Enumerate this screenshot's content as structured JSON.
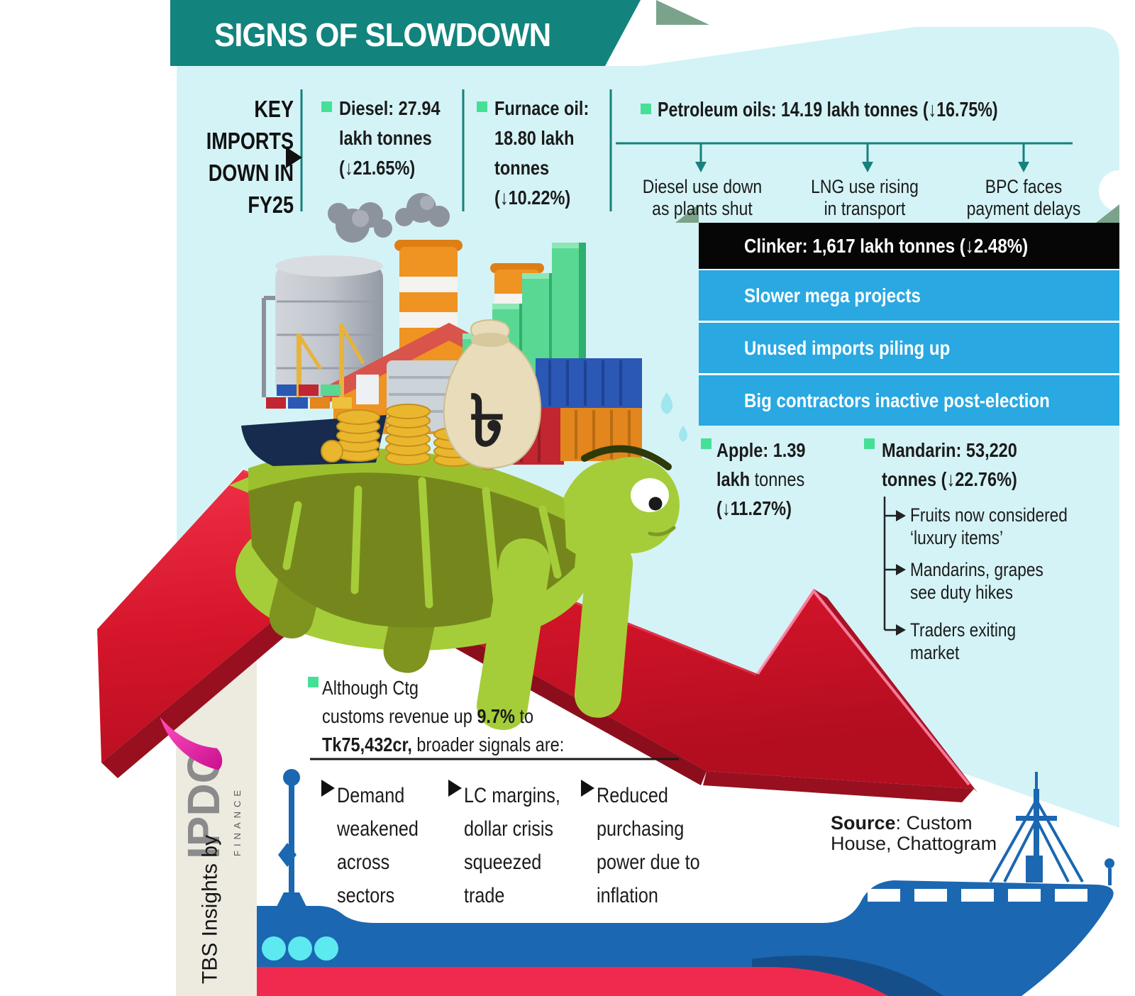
{
  "banner": {
    "title": "SIGNS OF SLOWDOWN"
  },
  "key_imports": {
    "l1": "KEY",
    "l2": "IMPORTS",
    "l3": "DOWN IN",
    "l4": "FY25"
  },
  "diesel": {
    "l1": "Diesel: 27.94",
    "l2": "lakh tonnes",
    "l3": "(↓21.65%)"
  },
  "furnace": {
    "l1": "Furnace oil:",
    "l2": "18.80 lakh",
    "l3": "tonnes",
    "l4": "(↓10.22%)"
  },
  "petroleum": {
    "title": "Petroleum oils: 14.19 lakh tonnes (↓16.75%)",
    "sub1": {
      "l1": "Diesel use down",
      "l2": "as plants shut"
    },
    "sub2": {
      "l1": "LNG use rising",
      "l2": "in transport"
    },
    "sub3": {
      "l1": "BPC faces",
      "l2": "payment delays"
    }
  },
  "clinker": {
    "header": "Clinker: 1,617 lakh tonnes (↓2.48%)",
    "bar1": "Slower mega projects",
    "bar2": "Unused imports piling up",
    "bar3": "Big contractors inactive post-election"
  },
  "apple": {
    "l1": "Apple: 1.39",
    "l2a": "lakh",
    "l2b": " tonnes",
    "l3": "(↓11.27%)"
  },
  "mandarin": {
    "l1": "Mandarin: 53,220",
    "l2": "tonnes (↓22.76%)",
    "sub1": {
      "l1": "Fruits now considered",
      "l2": "‘luxury items’"
    },
    "sub2": {
      "l1": "Mandarins, grapes",
      "l2": "see duty hikes"
    },
    "sub3": {
      "l1": "Traders exiting",
      "l2": "market"
    }
  },
  "ctg": {
    "l1": "Although Ctg",
    "l2a": "customs revenue up ",
    "l2b": "9.7%",
    "l2c": " to",
    "l3a": "Tk75,432cr,",
    "l3b": " broader signals are:"
  },
  "signals": {
    "s1": {
      "l1": "Demand",
      "l2": "weakened",
      "l3": "across",
      "l4": "sectors"
    },
    "s2": {
      "l1": "LC margins,",
      "l2": "dollar crisis",
      "l3": "squeezed",
      "l4": "trade"
    },
    "s3": {
      "l1": "Reduced",
      "l2": "purchasing",
      "l3": "power due to",
      "l4": "inflation"
    }
  },
  "source": {
    "label": "Source",
    "rest1": ": Custom",
    "rest2": "House, Chattogram"
  },
  "branding": {
    "tbs": "TBS Insights by",
    "ipdc": "IPDC",
    "finance": "FINANCE"
  },
  "art": {
    "taka": "৳"
  },
  "icons": {
    "bullet": "green-square",
    "flow_arrow": "teal-down-arrow",
    "list_marker": "black-right-triangle",
    "tree_marker": "right-arrow"
  },
  "colors": {
    "banner_teal": "#12837d",
    "panel_cyan": "#d4f3f6",
    "fold_sage": "#7ba38b",
    "bullet_green": "#45e096",
    "bar_black": "#060606",
    "bar_blue": "#29a8e2",
    "arrow_red": "#d5152a",
    "arrow_dark_red": "#98101f",
    "turtle_green": "#a5cd39",
    "shell_olive": "#75871c",
    "ship_blue": "#1b67b1",
    "ship_red": "#f0294e",
    "porthole_cyan": "#5ce9f0",
    "strip_beige": "#edeae0",
    "ipdc_pink": "#e81bb2",
    "text_dark": "#1b1b1b"
  }
}
